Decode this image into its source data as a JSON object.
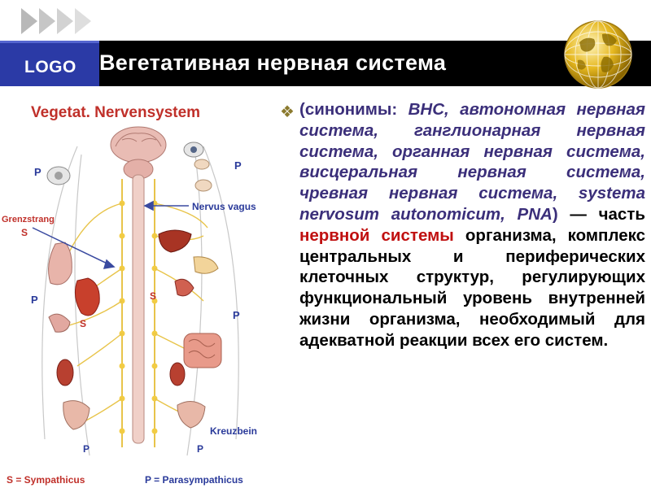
{
  "header": {
    "logo": "LOGO",
    "title": "Вегетативная нервная система"
  },
  "figure": {
    "title": "Vegetat. Nervensystem",
    "labels": {
      "p": "P",
      "s": "S",
      "nervus_vagus": "Nervus vagus",
      "grenzstrang": "Grenzstrang",
      "kreuzbein": "Kreuzbein"
    },
    "legend": {
      "sympathicus": "S = Sympathicus",
      "parasympathicus": "P = Parasympathicus"
    }
  },
  "content": {
    "synonyms_open": "(синонимы: ",
    "synonyms_list": "ВНС, автономная нервная система, ганглионарная нервная система, органная нервная система, висцеральная нервная система, чревная нервная система, systema nervosum autonomicum, PNA",
    "synonyms_close": ")",
    "dash": " — часть ",
    "highlight": "нервной системы",
    "rest": " организма, комплекс центральных и периферических клеточных структур, регулирующих функциональный уровень внутренней жизни организма, необходимый для адекватной реакции всех его систем."
  },
  "colors": {
    "header_bg": "#000000",
    "logo_bg": "#2b3aa6",
    "synonym_text": "#3b2f7a",
    "highlight": "#c01010",
    "figure_title": "#c0302a"
  }
}
